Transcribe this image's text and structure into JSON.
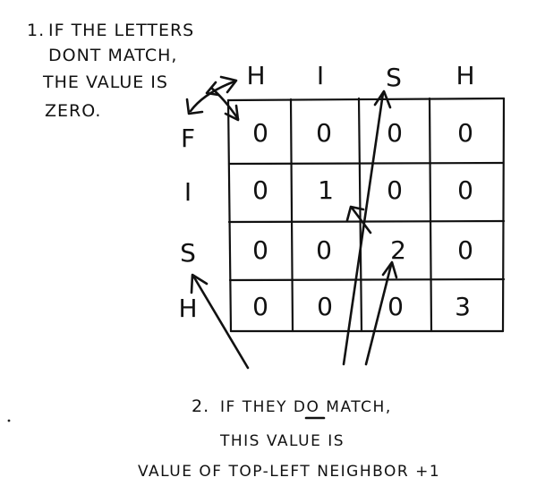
{
  "note_top": {
    "number": "1.",
    "lines": [
      "IF THE LETTERS",
      "DONT MATCH,",
      "THE VALUE IS",
      "ZERO."
    ]
  },
  "note_bottom": {
    "number": "2.",
    "line1_pre": "IF THEY ",
    "line1_emph": "DO",
    "line1_post": " MATCH,",
    "line2": "THIS VALUE IS",
    "line3": "VALUE OF TOP-LEFT NEIGHBOR +1"
  },
  "grid": {
    "column_letters": [
      "H",
      "I",
      "S",
      "H"
    ],
    "row_letters": [
      "F",
      "I",
      "S",
      "H"
    ],
    "cells": [
      [
        "0",
        "0",
        "0",
        "0"
      ],
      [
        "0",
        "1",
        "0",
        "0"
      ],
      [
        "0",
        "0",
        "2",
        "0"
      ],
      [
        "0",
        "0",
        "0",
        "3"
      ]
    ]
  }
}
